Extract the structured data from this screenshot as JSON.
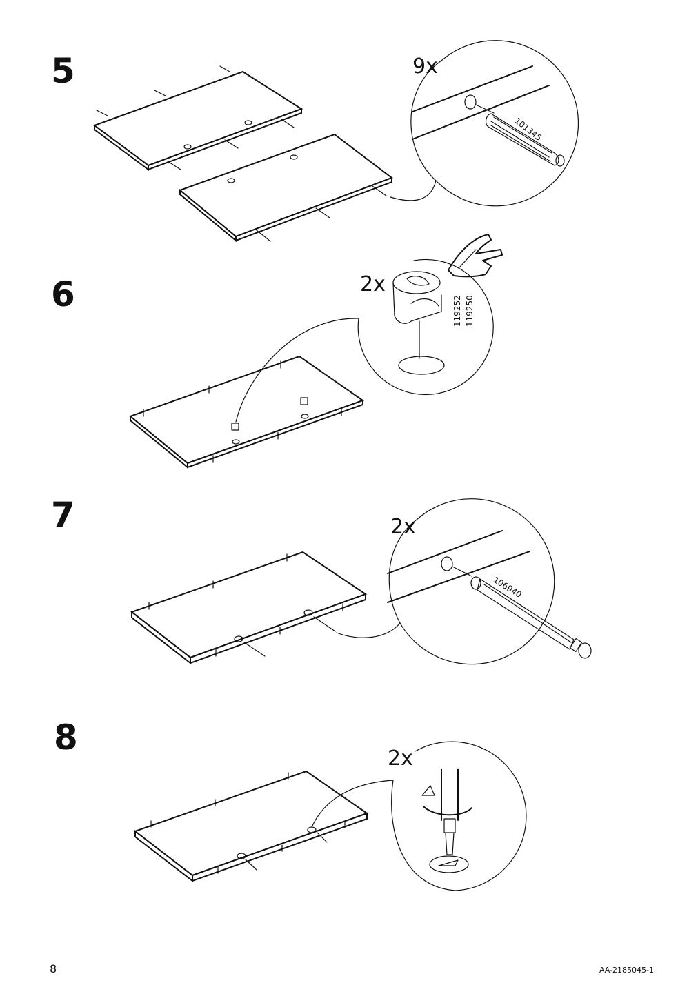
{
  "steps": [
    {
      "number": "5",
      "quantity": "9x",
      "part_numbers": [
        "101345"
      ]
    },
    {
      "number": "6",
      "quantity": "2x",
      "part_numbers": [
        "119252",
        "119250"
      ]
    },
    {
      "number": "7",
      "quantity": "2x",
      "part_numbers": [
        "106940"
      ]
    },
    {
      "number": "8",
      "quantity": "2x",
      "part_numbers": []
    }
  ],
  "footer": {
    "page_number": "8",
    "doc_id": "AA-2185045-1"
  }
}
